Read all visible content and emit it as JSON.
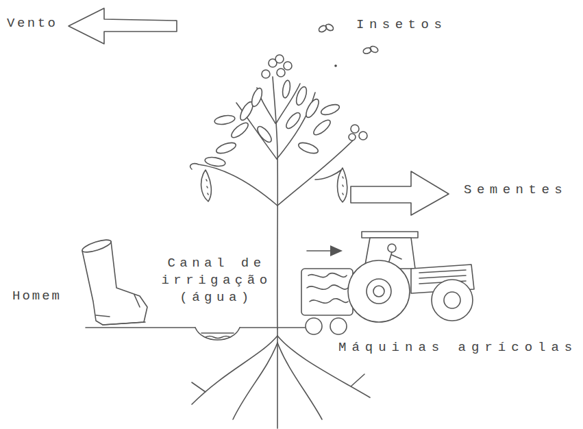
{
  "diagram": {
    "labels": [
      "Vento",
      "Insetos",
      "Sementes",
      "Homem",
      "Canal de irrigação (água)",
      "Máquinas agrícolas"
    ]
  }
}
